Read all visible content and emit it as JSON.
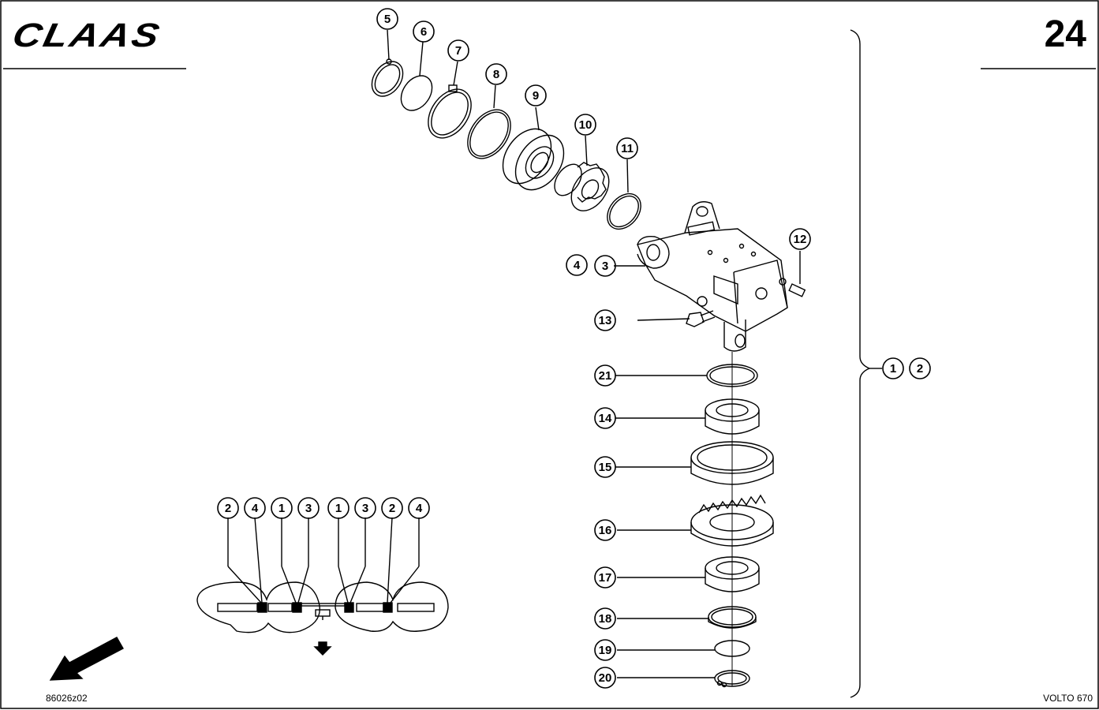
{
  "header": {
    "brand": "CLAAS",
    "page_number": "24"
  },
  "footer": {
    "doc_code": "86026z02",
    "model": "VOLTO 670"
  },
  "callouts": {
    "c1": "1",
    "c2": "2",
    "c3": "3",
    "c4": "4",
    "c5": "5",
    "c6": "6",
    "c7": "7",
    "c8": "8",
    "c9": "9",
    "c10": "10",
    "c11": "11",
    "c12": "12",
    "c13": "13",
    "c14": "14",
    "c15": "15",
    "c16": "16",
    "c17": "17",
    "c18": "18",
    "c19": "19",
    "c20": "20",
    "c21": "21"
  },
  "inset_labels": [
    "2",
    "4",
    "1",
    "3",
    "1",
    "3",
    "2",
    "4"
  ]
}
